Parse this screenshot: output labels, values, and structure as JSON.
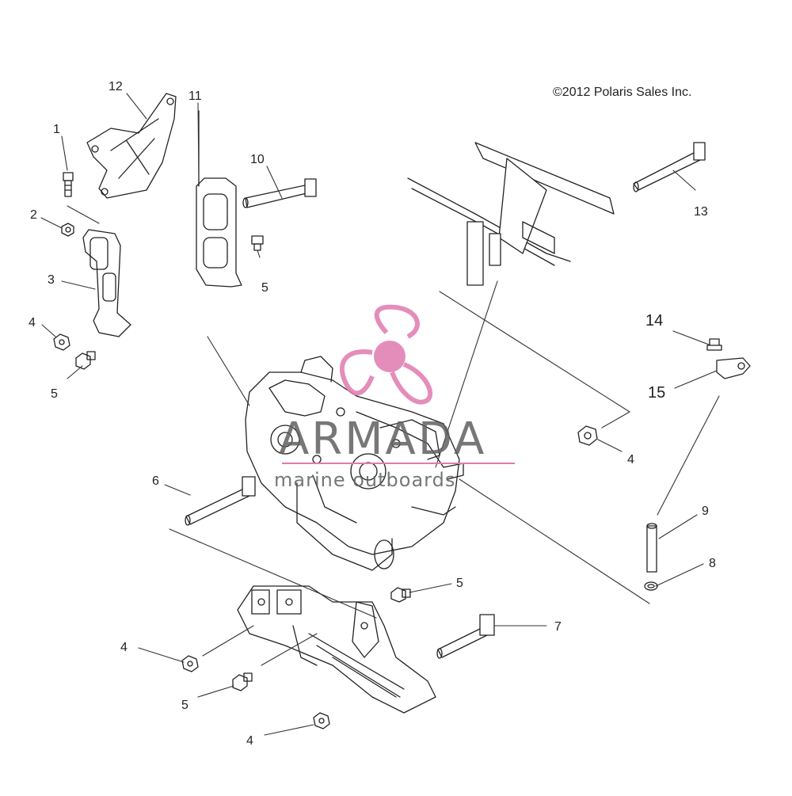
{
  "copyright": "©2012 Polaris Sales Inc.",
  "watermark": {
    "brand": "ARMADA",
    "tagline": "marine outboards",
    "accent_color": "#e07ab0"
  },
  "callouts": [
    {
      "id": "c1",
      "label": "1"
    },
    {
      "id": "c12",
      "label": "12"
    },
    {
      "id": "c11",
      "label": "11"
    },
    {
      "id": "c10",
      "label": "10"
    },
    {
      "id": "c2",
      "label": "2"
    },
    {
      "id": "c3",
      "label": "3"
    },
    {
      "id": "c5a",
      "label": "5"
    },
    {
      "id": "c4a",
      "label": "4"
    },
    {
      "id": "c5b",
      "label": "5"
    },
    {
      "id": "c13",
      "label": "13"
    },
    {
      "id": "c14",
      "label": "14"
    },
    {
      "id": "c15",
      "label": "15"
    },
    {
      "id": "c4b",
      "label": "4"
    },
    {
      "id": "c6",
      "label": "6"
    },
    {
      "id": "c9",
      "label": "9"
    },
    {
      "id": "c8",
      "label": "8"
    },
    {
      "id": "c5c",
      "label": "5"
    },
    {
      "id": "c7",
      "label": "7"
    },
    {
      "id": "c4c",
      "label": "4"
    },
    {
      "id": "c5d",
      "label": "5"
    },
    {
      "id": "c4d",
      "label": "4"
    }
  ]
}
